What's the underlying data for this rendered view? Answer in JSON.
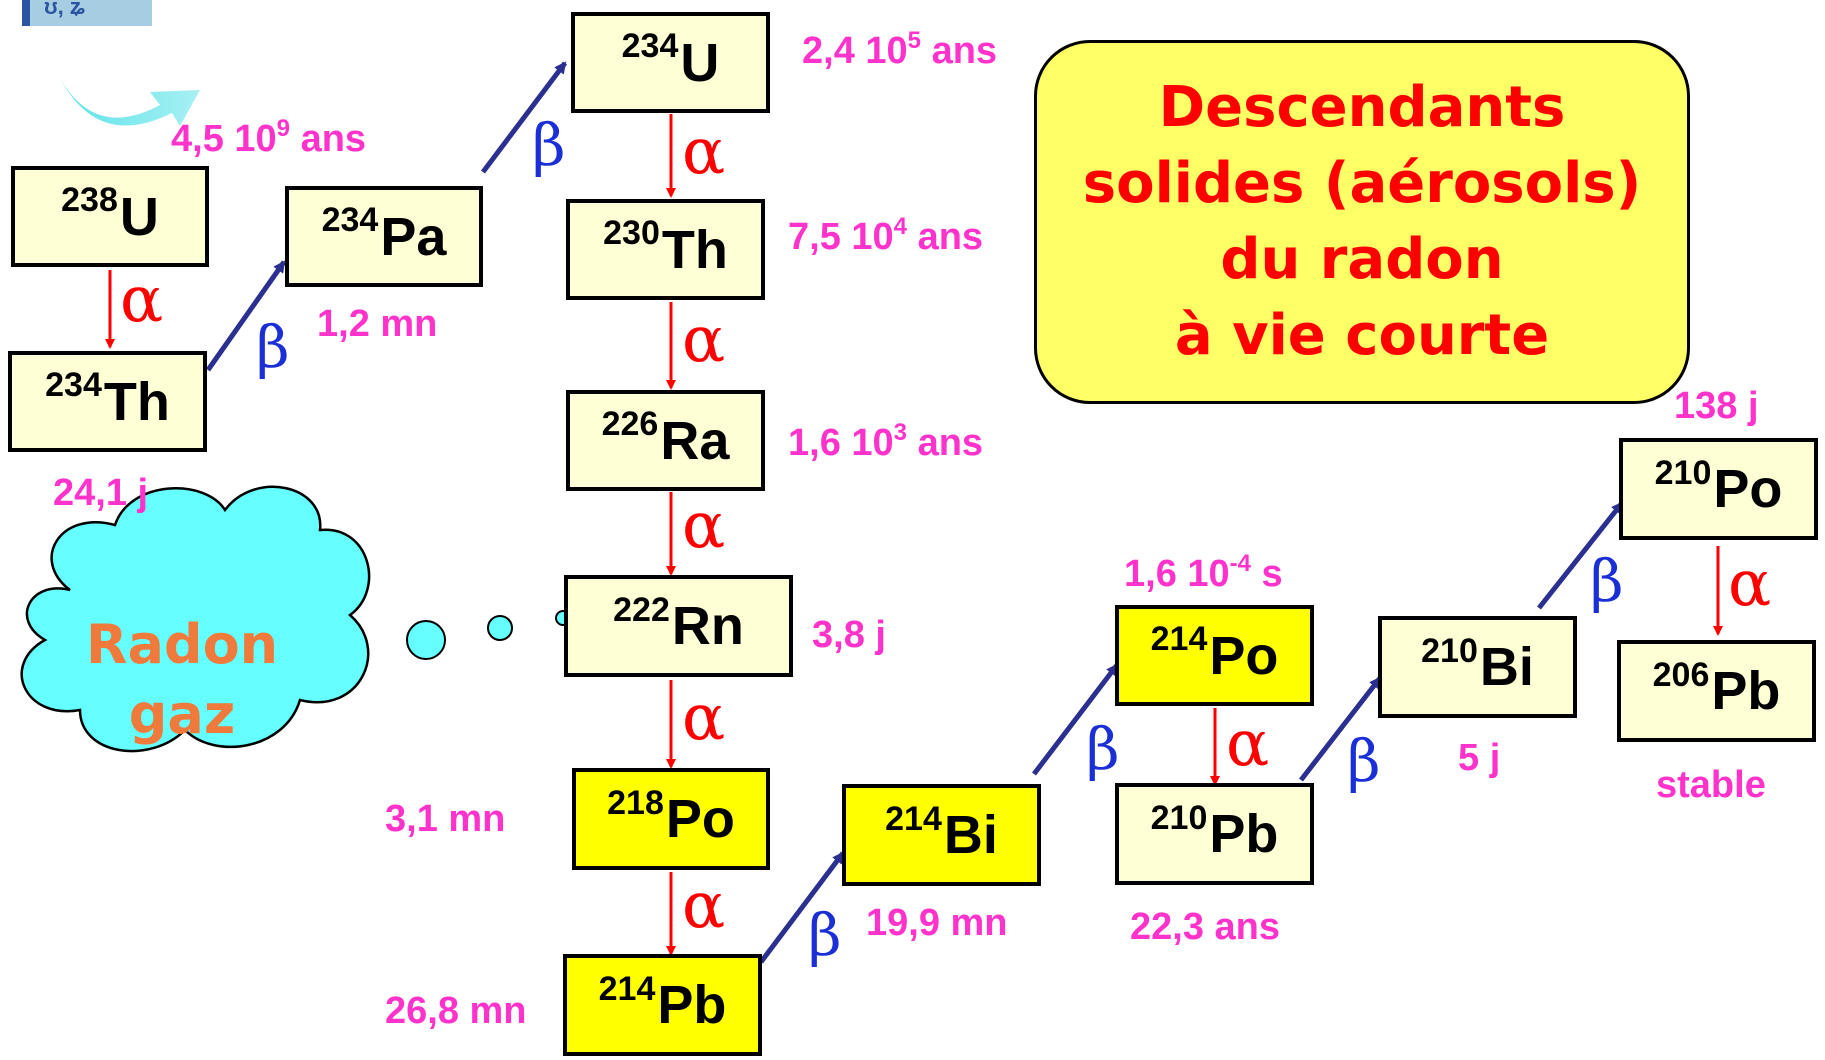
{
  "logo": {
    "text": "ʊ, ʑ"
  },
  "nuclides": {
    "u238": {
      "mass": "238",
      "symbol": "U",
      "half_life": "4,5 10",
      "half_life_exp": "9",
      "half_life_unit": " ans"
    },
    "th234": {
      "mass": "234",
      "symbol": "Th",
      "half_life": "24,1 j"
    },
    "pa234": {
      "mass": "234",
      "symbol": "Pa",
      "half_life": "1,2 mn"
    },
    "u234": {
      "mass": "234",
      "symbol": "U",
      "half_life": "2,4 10",
      "half_life_exp": "5",
      "half_life_unit": " ans"
    },
    "th230": {
      "mass": "230",
      "symbol": "Th",
      "half_life": "7,5 10",
      "half_life_exp": "4",
      "half_life_unit": " ans"
    },
    "ra226": {
      "mass": "226",
      "symbol": "Ra",
      "half_life": "1,6 10",
      "half_life_exp": "3",
      "half_life_unit": " ans"
    },
    "rn222": {
      "mass": "222",
      "symbol": "Rn",
      "half_life": "3,8 j"
    },
    "po218": {
      "mass": "218",
      "symbol": "Po",
      "half_life": "3,1 mn"
    },
    "pb214": {
      "mass": "214",
      "symbol": "Pb",
      "half_life": "26,8 mn"
    },
    "bi214": {
      "mass": "214",
      "symbol": "Bi",
      "half_life": "19,9 mn"
    },
    "po214": {
      "mass": "214",
      "symbol": "Po",
      "half_life": "1,6 10",
      "half_life_exp": "-4",
      "half_life_unit": " s"
    },
    "pb210": {
      "mass": "210",
      "symbol": "Pb",
      "half_life": "22,3 ans"
    },
    "bi210": {
      "mass": "210",
      "symbol": "Bi",
      "half_life": "5 j"
    },
    "po210": {
      "mass": "210",
      "symbol": "Po",
      "half_life": "138 j"
    },
    "pb206": {
      "mass": "206",
      "symbol": "Pb",
      "half_life": "stable"
    }
  },
  "decay": {
    "alpha": "α",
    "beta": "β"
  },
  "callout": {
    "line1": "Descendants",
    "line2": "solides (aérosols)",
    "line3": "du radon",
    "line4": "à vie courte"
  },
  "radon_cloud": {
    "line1": "Radon",
    "line2": "gaz"
  },
  "colors": {
    "half_life": "#ff33cc",
    "alpha": "#ff0000",
    "beta": "#1a2fd6",
    "box_short_lived": "#ffff00",
    "box_other": "#ffffd5",
    "callout_bg": "#ffff66",
    "callout_text": "#ff0000",
    "cloud": "#66ffff",
    "cloud_text": "#f07a3c"
  }
}
